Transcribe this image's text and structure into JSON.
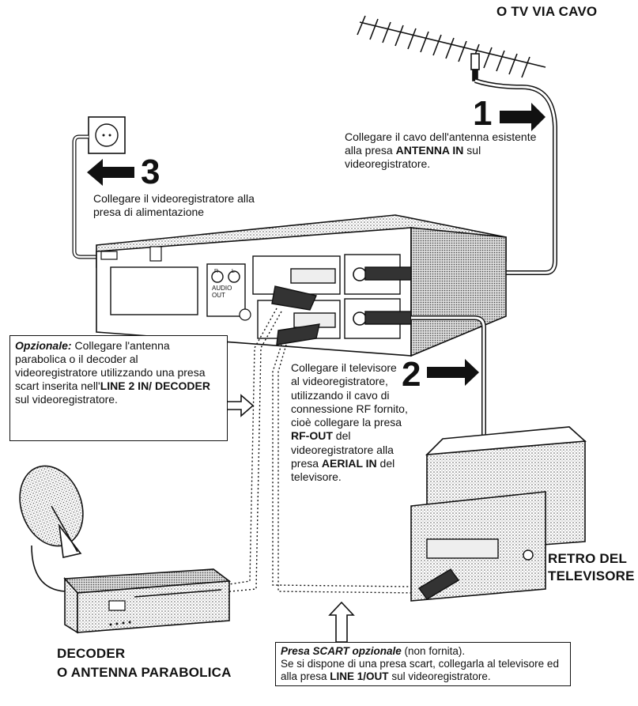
{
  "labels": {
    "top_right": "O TV VIA CAVO",
    "decoder_line1": "DECODER",
    "decoder_line2": "O ANTENNA PARABOLICA",
    "tv_back_line1": "RETRO DEL",
    "tv_back_line2": "TELEVISORE"
  },
  "steps": [
    {
      "number": "1",
      "text_pre": "Collegare il cavo dell'antenna esistente alla presa ",
      "text_bold": "ANTENNA IN",
      "text_post": " sul videoregistratore."
    },
    {
      "number": "2",
      "text_pre": "Collegare il televisore al videoregistratore, utilizzando il cavo di connessione RF fornito, cioè collegare la presa ",
      "text_bold": "RF-OUT",
      "text_mid": " del videoregistratore alla presa ",
      "text_bold2": "AERIAL IN",
      "text_post": " del televisore."
    },
    {
      "number": "3",
      "text": "Collegare il videoregistratore alla presa di alimentazione"
    }
  ],
  "optional_box": {
    "lead": "Opzionale:",
    "text_pre": " Collegare l'antenna parabolica o il decoder al videoregistratore utilizzando una presa scart inserita nell'",
    "text_bold": "LINE 2 IN/ DECODER",
    "text_post": " sul videoregistratore."
  },
  "scart_box": {
    "lead": "Presa SCART opzionale",
    "lead_post": " (non fornita).",
    "text_pre": "Se si dispone di una presa scart, collegarla al televisore ed alla presa ",
    "text_bold": "LINE 1/OUT",
    "text_post": " sul videoregistratore."
  },
  "vcr_panel": {
    "audio_out_label": "AUDIO OUT",
    "right_label": "R",
    "left_label": "L"
  }
}
